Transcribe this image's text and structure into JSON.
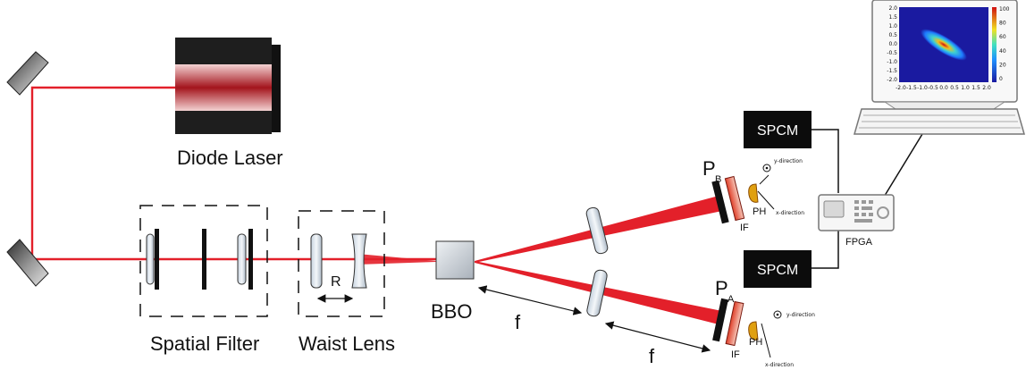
{
  "labels": {
    "diode_laser": "Diode Laser",
    "spatial_filter": "Spatial Filter",
    "waist_lens": "Waist Lens",
    "r": "R",
    "bbo": "BBO",
    "f_top": "f",
    "f_bottom": "f",
    "spcm_top": "SPCM",
    "spcm_bottom": "SPCM",
    "fpga": "FPGA",
    "pb": "P",
    "pb_sub": "B",
    "pa": "P",
    "pa_sub": "A",
    "if_top": "IF",
    "if_bottom": "IF",
    "ph_top": "PH",
    "ph_bottom": "PH",
    "ydir_top": "y-direction",
    "xdir_top": "x-direction",
    "ydir_bottom": "y-direction",
    "xdir_bottom": "x-direction"
  },
  "monitor_plot": {
    "x_ticks": [
      "-2.0",
      "-1.5",
      "-1.0",
      "-0.5",
      "0.0",
      "0.5",
      "1.0",
      "1.5",
      "2.0"
    ],
    "y_ticks": [
      "2.0",
      "1.5",
      "1.0",
      "0.5",
      "0.0",
      "-0.5",
      "-1.0",
      "-1.5",
      "-2.0"
    ],
    "colorbar_ticks": [
      "100",
      "80",
      "60",
      "40",
      "20",
      "0"
    ]
  },
  "colors": {
    "beam": "#e3202a",
    "box": "#111111",
    "laser_band": "#a3141c"
  }
}
